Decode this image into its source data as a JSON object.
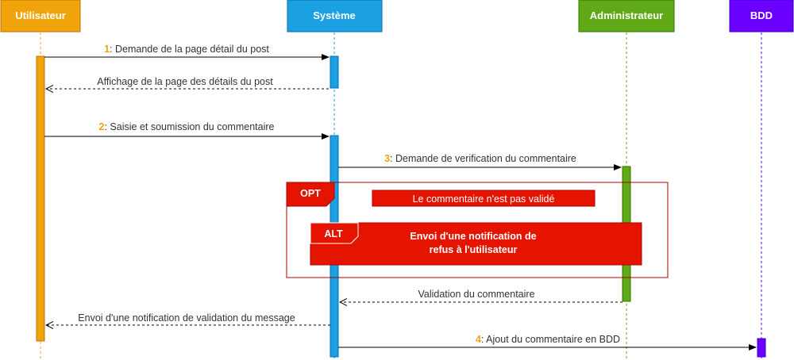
{
  "actors": [
    {
      "key": "user",
      "label": "Utilisateur",
      "color": "#f0a30a"
    },
    {
      "key": "system",
      "label": "Système",
      "color": "#1ba1e2"
    },
    {
      "key": "admin",
      "label": "Administrateur",
      "color": "#60a917"
    },
    {
      "key": "db",
      "label": "BDD",
      "color": "#6a00ff"
    }
  ],
  "messages": [
    {
      "number": "1",
      "text": ": Demande de la page détail du post"
    },
    {
      "number": "",
      "text": "Affichage de la page des détails du post"
    },
    {
      "number": "2",
      "text": ": Saisie et soumission du commentaire"
    },
    {
      "number": "3",
      "text": ": Demande de verification du commentaire"
    },
    {
      "number": "",
      "text": "Validation du commentaire"
    },
    {
      "number": "",
      "text": "Envoi d'une notification de validation du message"
    },
    {
      "number": "4",
      "text": ": Ajout du commentaire en BDD"
    }
  ],
  "opt": {
    "tag": "OPT",
    "condition": "Le commentaire n'est pas validé"
  },
  "alt": {
    "tag": "ALT",
    "line1": "Envoi d'une notification de",
    "line2": "refus à l'utilisateur"
  },
  "colors": {
    "fragment_red": "#e51400",
    "number_accent": "#f0a30a",
    "arrow": "#000000"
  }
}
